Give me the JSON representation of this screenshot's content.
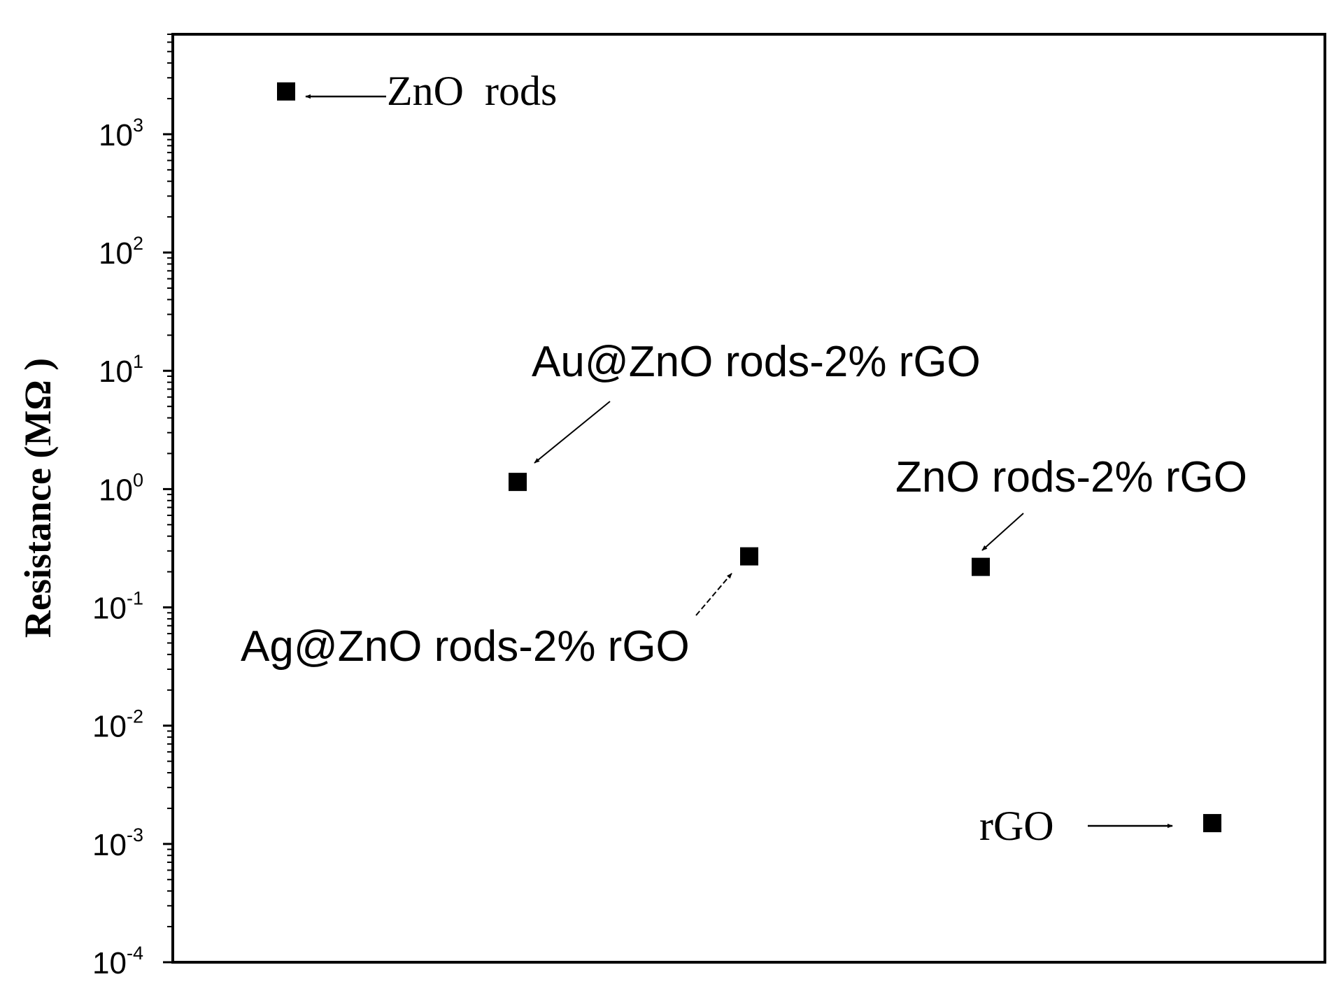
{
  "chart_data": {
    "type": "scatter",
    "title": "",
    "xlabel": "",
    "ylabel": "Resistance (MΩ )",
    "yscale": "log",
    "ylim": [
      0.0001,
      7000
    ],
    "grid": false,
    "yticks": [
      {
        "base": "10",
        "exp": "3",
        "value": 1000
      },
      {
        "base": "10",
        "exp": "2",
        "value": 100
      },
      {
        "base": "10",
        "exp": "1",
        "value": 10
      },
      {
        "base": "10",
        "exp": "0",
        "value": 1
      },
      {
        "base": "10",
        "exp": "-1",
        "value": 0.1
      },
      {
        "base": "10",
        "exp": "-2",
        "value": 0.01
      },
      {
        "base": "10",
        "exp": "-3",
        "value": 0.001
      },
      {
        "base": "10",
        "exp": "-4",
        "value": 0.0001
      }
    ],
    "categories": [
      "ZnO rods",
      "Au@ZnO rods-2% rGO",
      "Ag@ZnO rods-2% rGO",
      "ZnO rods-2% rGO",
      "rGO"
    ],
    "values": [
      2300,
      1.15,
      0.27,
      0.22,
      0.0015
    ],
    "annotations": [
      "ZnO  rods",
      "Au@ZnO rods-2% rGO",
      "Ag@ZnO rods-2% rGO",
      "ZnO rods-2% rGO",
      "rGO"
    ],
    "marker": "square",
    "marker_color": "#000000"
  }
}
